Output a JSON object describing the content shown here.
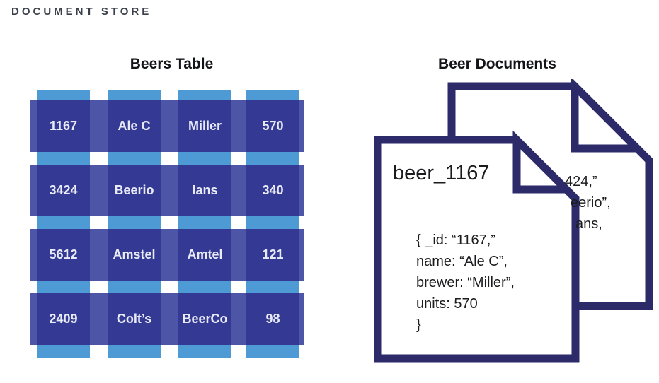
{
  "page": {
    "title": "DOCUMENT STORE"
  },
  "table": {
    "title": "Beers Table",
    "rows": [
      [
        "1167",
        "Ale C",
        "Miller",
        "570"
      ],
      [
        "3424",
        "Beerio",
        "Ians",
        "340"
      ],
      [
        "5612",
        "Amstel",
        "Amtel",
        "121"
      ],
      [
        "2409",
        "Colt’s",
        "BeerCo",
        "98"
      ]
    ],
    "colors": {
      "column": "#4E9AD4",
      "row": "#4D55A6",
      "cell": "#343A94",
      "cell_text": "#E8EAF6"
    }
  },
  "documents": {
    "title": "Beer Documents",
    "border_color": "#2C2A69",
    "front": {
      "heading": "beer_1167",
      "lines": [
        "{ _id: “1167,”",
        "name: “Ale C”,",
        "brewer: “Miller”,",
        "units: 570",
        "}"
      ]
    },
    "back": {
      "fragments": [
        "424,”",
        "eerio”,",
        "ans,"
      ]
    }
  }
}
